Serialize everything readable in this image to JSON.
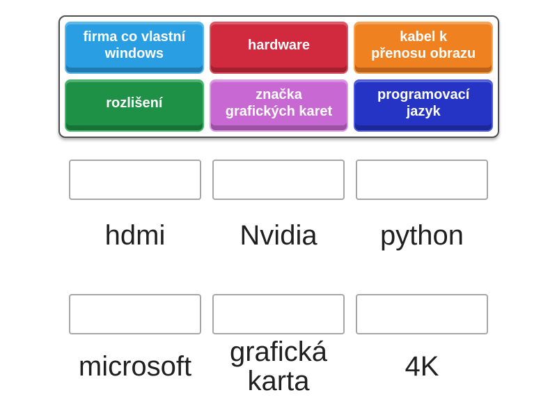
{
  "game": {
    "type_label": "match-up",
    "panel": {
      "tiles": [
        {
          "label": "firma co vlastní\nwindows",
          "bg": "#2A9EE2",
          "border": "#5CB8EB"
        },
        {
          "label": "hardware",
          "bg": "#D1293E",
          "border": "#DB5765"
        },
        {
          "label": "kabel k\npřenosu obrazu",
          "bg": "#F08120",
          "border": "#F4A558"
        },
        {
          "label": "rozlišení",
          "bg": "#1F9147",
          "border": "#45BA6B"
        },
        {
          "label": "značka\ngrafických karet",
          "bg": "#C869D3",
          "border": "#DD9BE4"
        },
        {
          "label": "programovací\njazyk",
          "bg": "#2534C4",
          "border": "#4C5CDD"
        }
      ]
    },
    "matches": {
      "row1": [
        {
          "word": "hdmi"
        },
        {
          "word": "Nvidia"
        },
        {
          "word": "python"
        }
      ],
      "row2": [
        {
          "word": "microsoft"
        },
        {
          "word": "grafická\nkarta"
        },
        {
          "word": "4K"
        }
      ]
    }
  },
  "colors": {
    "page_bg": "#ffffff",
    "panel_border": "#4e4e4e",
    "slot_border": "#a6a6a6",
    "word_color": "#1f1f1f",
    "tile_text": "#ffffff"
  }
}
